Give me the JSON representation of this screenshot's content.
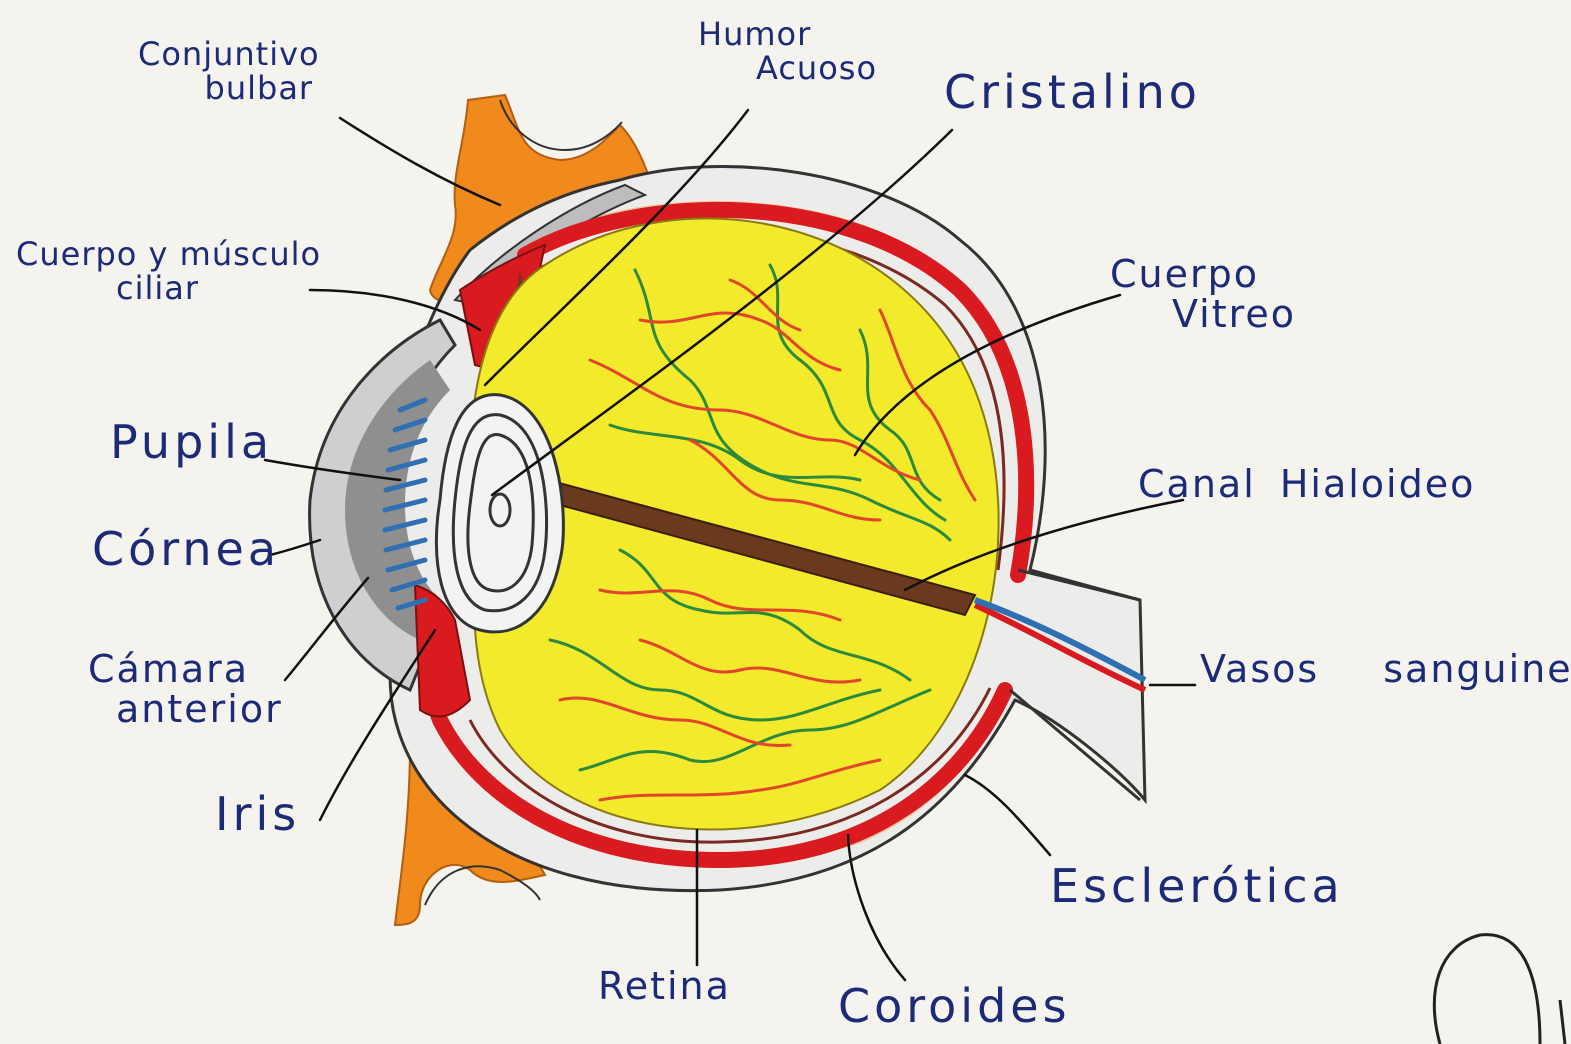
{
  "labels": {
    "conjuntiva": {
      "line1": "Conjuntivo",
      "line2": "bulbar"
    },
    "humor": {
      "line1": "Humor",
      "line2": "Acuoso"
    },
    "cristalino": "Cristalino",
    "ciliar": {
      "line1": "Cuerpo y músculo",
      "line2": "ciliar"
    },
    "vitreo": {
      "line1": "Cuerpo",
      "line2": "Vitreo"
    },
    "pupila": "Pupila",
    "hialoideo": "Canal Hialoideo",
    "cornea": "Córnea",
    "camara": {
      "line1": "Cámara",
      "line2": "anterior"
    },
    "vasos": "Vasos sanguineos",
    "iris": "Iris",
    "esclerotica": "Esclerótica",
    "retina": "Retina",
    "coroides": "Coroides"
  },
  "colors": {
    "ink": "#1c2a78",
    "sclera": "#dcdcdc",
    "choroid": "#d91a1f",
    "vitreous": "#f2ea2b",
    "muscle": "#f08a1c",
    "iris": "#2f6fb3",
    "canal": "#6b3a1e",
    "vessel_red": "#e2462a",
    "vessel_green": "#2c8a3c"
  }
}
